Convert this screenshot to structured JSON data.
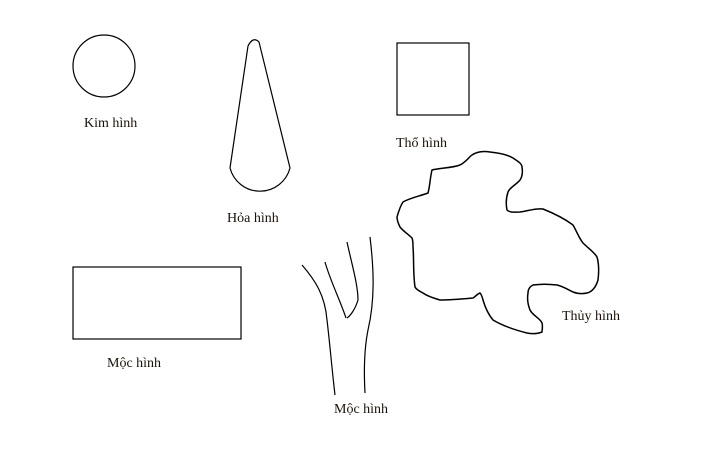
{
  "labels": {
    "kim": "Kim hình",
    "hoa": "Hỏa hình",
    "tho": "Thổ hình",
    "thuy": "Thủy hình",
    "moc_rect": "Mộc hình",
    "moc_tree": "Mộc hình"
  },
  "colors": {
    "stroke": "#000000",
    "text": "#1a1208"
  }
}
